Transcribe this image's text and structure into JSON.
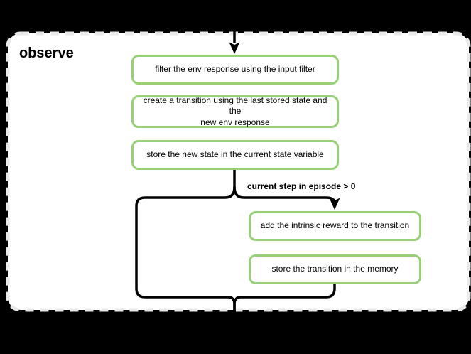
{
  "diagram": {
    "group_label": "observe",
    "condition_label": "current step in episode > 0",
    "nodes": [
      {
        "label": "filter the env response using the input filter"
      },
      {
        "lines": [
          "create a transition using the last stored state and the",
          "new env response"
        ]
      },
      {
        "label": "store the new state in the current state variable"
      },
      {
        "label": "add the intrinsic reward to the transition"
      },
      {
        "label": "store the transition in the memory"
      }
    ],
    "colors": {
      "background": "#000000",
      "container_fill": "#ffffff",
      "container_border": "#e9e9e9",
      "node_border": "#97d077",
      "node_fill": "#ffffff",
      "line": "#000000",
      "text": "#000000"
    }
  }
}
